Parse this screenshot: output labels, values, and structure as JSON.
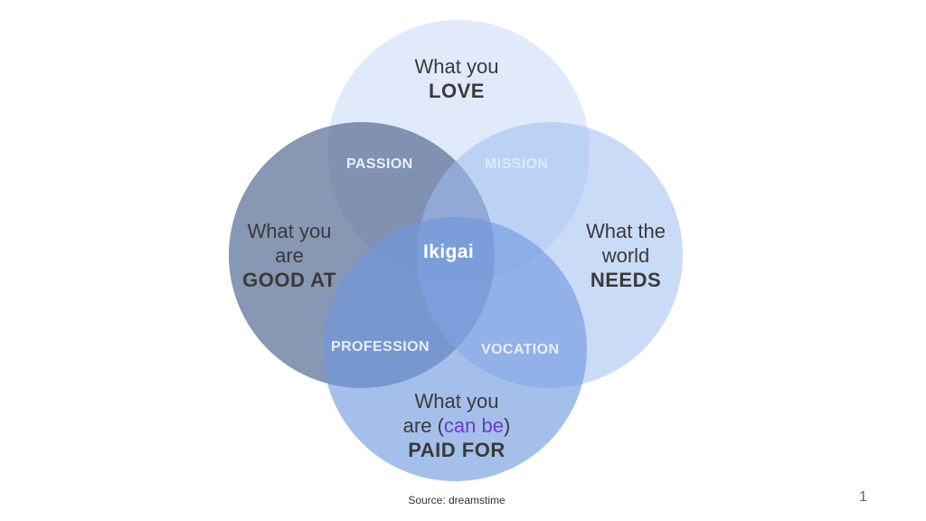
{
  "diagram": {
    "colors": {
      "love": "#c8d9f6",
      "good_at": "#5a6f96",
      "needs": "#9ebdf0",
      "paid_for": "#6e97de",
      "accent": "#6a3ec2"
    },
    "circles": {
      "love": {
        "line1": "What you",
        "line2": "LOVE"
      },
      "good_at": {
        "line1": "What you",
        "line2": "are",
        "line3": "GOOD AT"
      },
      "needs": {
        "line1": "What the",
        "line2": "world",
        "line3": "NEEDS"
      },
      "paid_for": {
        "line1": "What you",
        "line2_pre": "are (",
        "line2_accent": "can be",
        "line2_post": ")",
        "line3": "PAID FOR"
      }
    },
    "overlaps": {
      "passion": "PASSION",
      "mission": "MISSION",
      "profession": "PROFESSION",
      "vocation": "VOCATION",
      "center": "Ikigai"
    }
  },
  "footer": {
    "source": "Source: dreamstime",
    "page_number": "1"
  }
}
